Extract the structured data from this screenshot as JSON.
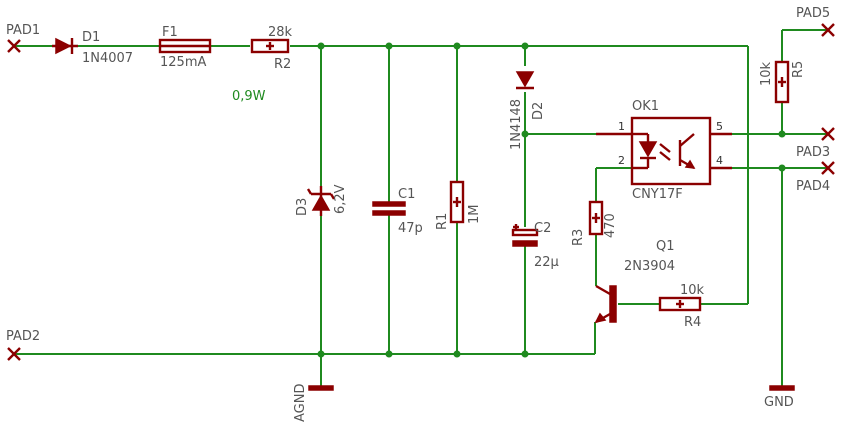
{
  "pads": {
    "pad1": "PAD1",
    "pad2": "PAD2",
    "pad3": "PAD3",
    "pad4": "PAD4",
    "pad5": "PAD5"
  },
  "components": {
    "d1": {
      "name": "D1",
      "value": "1N4007"
    },
    "f1": {
      "name": "F1",
      "value": "125mA"
    },
    "r2": {
      "name": "R2",
      "value": "28k"
    },
    "r2_power": "0,9W",
    "d3": {
      "name": "D3",
      "value": "6,2V"
    },
    "c1": {
      "name": "C1",
      "value": "47p"
    },
    "r1": {
      "name": "R1",
      "value": "1M"
    },
    "d2": {
      "name": "D2",
      "value": "1N4148"
    },
    "c2": {
      "name": "C2",
      "value": "22µ"
    },
    "ok1": {
      "name": "OK1",
      "value": "CNY17F",
      "pins": [
        "1",
        "2",
        "4",
        "5"
      ]
    },
    "r3": {
      "name": "R3",
      "value": "470"
    },
    "q1": {
      "name": "Q1",
      "value": "2N3904"
    },
    "r4": {
      "name": "R4",
      "value": "10k"
    },
    "r5": {
      "name": "R5",
      "value": "10k"
    }
  },
  "grounds": {
    "agnd": "AGND",
    "gnd": "GND"
  }
}
